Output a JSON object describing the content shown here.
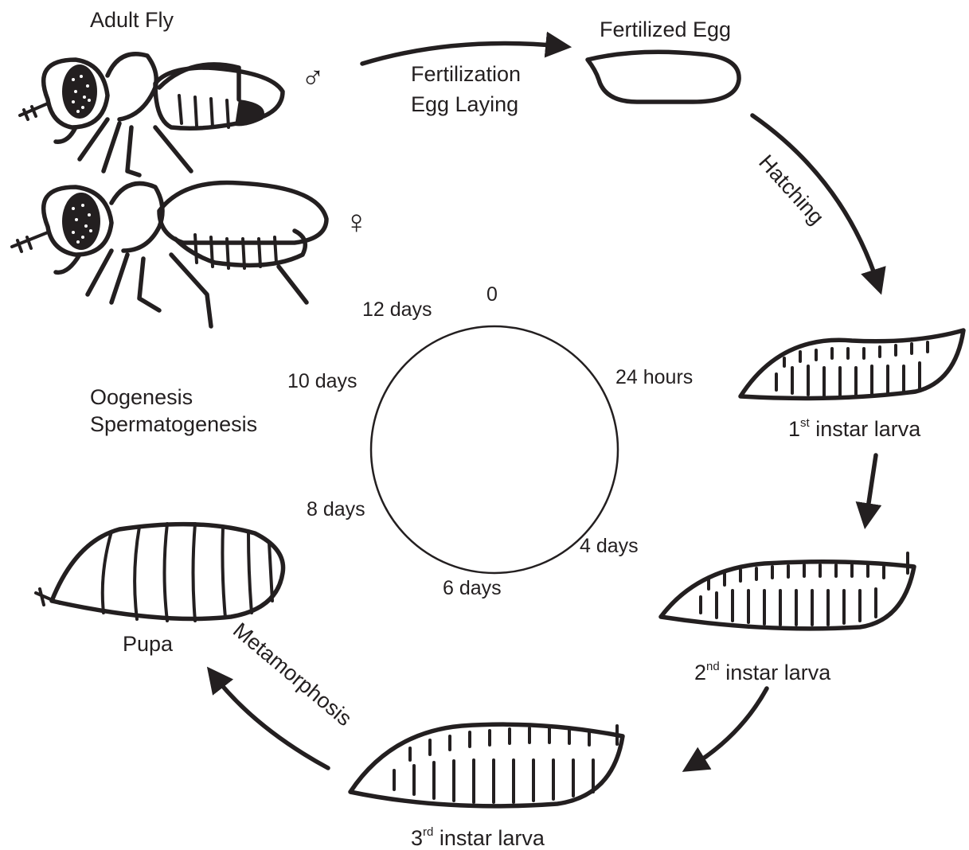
{
  "labels": {
    "adult_fly": "Adult Fly",
    "fertilized_egg": "Fertilized Egg",
    "fertilization_line1": "Fertilization",
    "fertilization_line2": "Egg Laying",
    "hatching": "Hatching",
    "first_instar_num": "1",
    "first_instar_sup": "st",
    "first_instar_text": " instar larva",
    "second_instar_num": "2",
    "second_instar_sup": "nd",
    "second_instar_text": " instar larva",
    "third_instar_num": "3",
    "third_instar_sup": "rd",
    "third_instar_text": " instar larva",
    "pupa": "Pupa",
    "metamorphosis": "Metamorphosis",
    "oogenesis": "Oogenesis",
    "spermatogenesis": "Spermatogenesis",
    "male_symbol": "♂",
    "female_symbol": "♀"
  },
  "timeline": {
    "t0": "0",
    "t24h": "24 hours",
    "t4d": "4 days",
    "t6d": "6 days",
    "t8d": "8 days",
    "t10d": "10 days",
    "t12d": "12 days"
  },
  "colors": {
    "ink": "#231f20",
    "background": "#ffffff"
  }
}
